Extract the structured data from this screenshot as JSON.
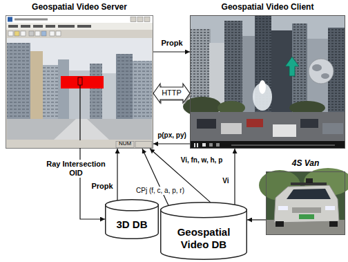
{
  "diagram": {
    "nodes": [
      {
        "text": [
          "Geospatial Video Server"
        ]
      },
      {
        "text": [
          "Geospatial Video Client"
        ]
      },
      {
        "text": [
          "3D DB"
        ]
      },
      {
        "text": [
          "Geospatial Video DB"
        ]
      },
      {
        "text": [
          "4S Van"
        ]
      }
    ],
    "edges": [
      {
        "from": 0,
        "to": 1,
        "label": "Propk",
        "arrow": "to"
      },
      {
        "from": 0,
        "to": 1,
        "label": "HTTP",
        "arrow": "both"
      },
      {
        "from": 1,
        "to": 0,
        "label": "p(px, py)",
        "arrow": "to"
      },
      {
        "from": 0,
        "to": 2,
        "label": "Ray Intersection OID",
        "arrow": "to"
      },
      {
        "from": 2,
        "to": 0,
        "label": "Propk",
        "arrow": "to"
      },
      {
        "from": 3,
        "to": 0,
        "label": "CPj (f, c, a, p, r)",
        "arrow": "to"
      },
      {
        "from": 3,
        "to": 0,
        "label": "Vi, fn, w, h, p",
        "arrow": "to"
      },
      {
        "from": 3,
        "to": 1,
        "label": "Vi",
        "arrow": "to"
      },
      {
        "from": 4,
        "to": 3,
        "arrow": "to"
      }
    ],
    "labels": [
      "NUM"
    ]
  }
}
